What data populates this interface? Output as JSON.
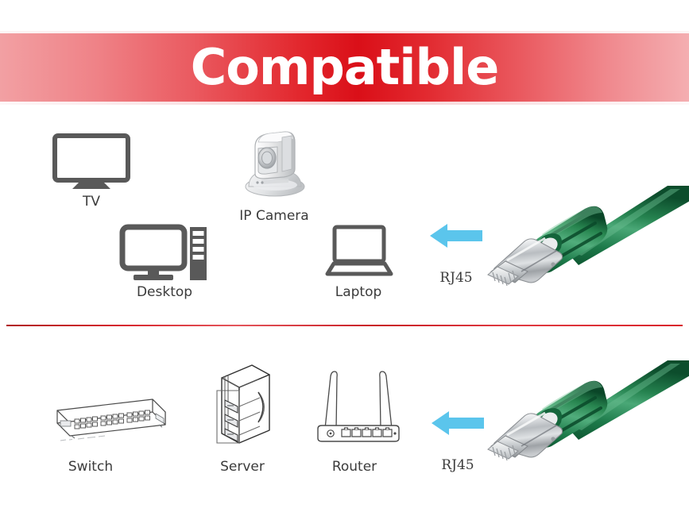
{
  "banner": {
    "title": "Compatible",
    "gradient_center_color": "#da0f18",
    "gradient_edge_color": "#f2a0a3",
    "text_color": "#ffffff"
  },
  "divider": {
    "color": "#c81d24"
  },
  "colors": {
    "icon_dark_gray": "#595959",
    "icon_line_gray": "#4a4a4a",
    "arrow_blue": "#5bc5ec",
    "cable_green": "#1f7a4c",
    "connector_silver": "#c9ccd0",
    "label_text": "#3b3b3b"
  },
  "top_row": {
    "items": [
      {
        "label": "TV",
        "icon": "tv-icon"
      },
      {
        "label": "IP Camera",
        "icon": "ip-camera-icon"
      },
      {
        "label": "Desktop",
        "icon": "desktop-icon"
      },
      {
        "label": "Laptop",
        "icon": "laptop-icon"
      }
    ],
    "arrow": {
      "icon": "arrow-left-icon",
      "label": "RJ45"
    },
    "cable": {
      "icon": "rj45-cable-icon"
    }
  },
  "bottom_row": {
    "items": [
      {
        "label": "Switch",
        "icon": "network-switch-icon"
      },
      {
        "label": "Server",
        "icon": "server-rack-icon"
      },
      {
        "label": "Router",
        "icon": "router-icon"
      }
    ],
    "arrow": {
      "icon": "arrow-left-icon",
      "label": "RJ45"
    },
    "cable": {
      "icon": "rj45-cable-icon"
    }
  }
}
